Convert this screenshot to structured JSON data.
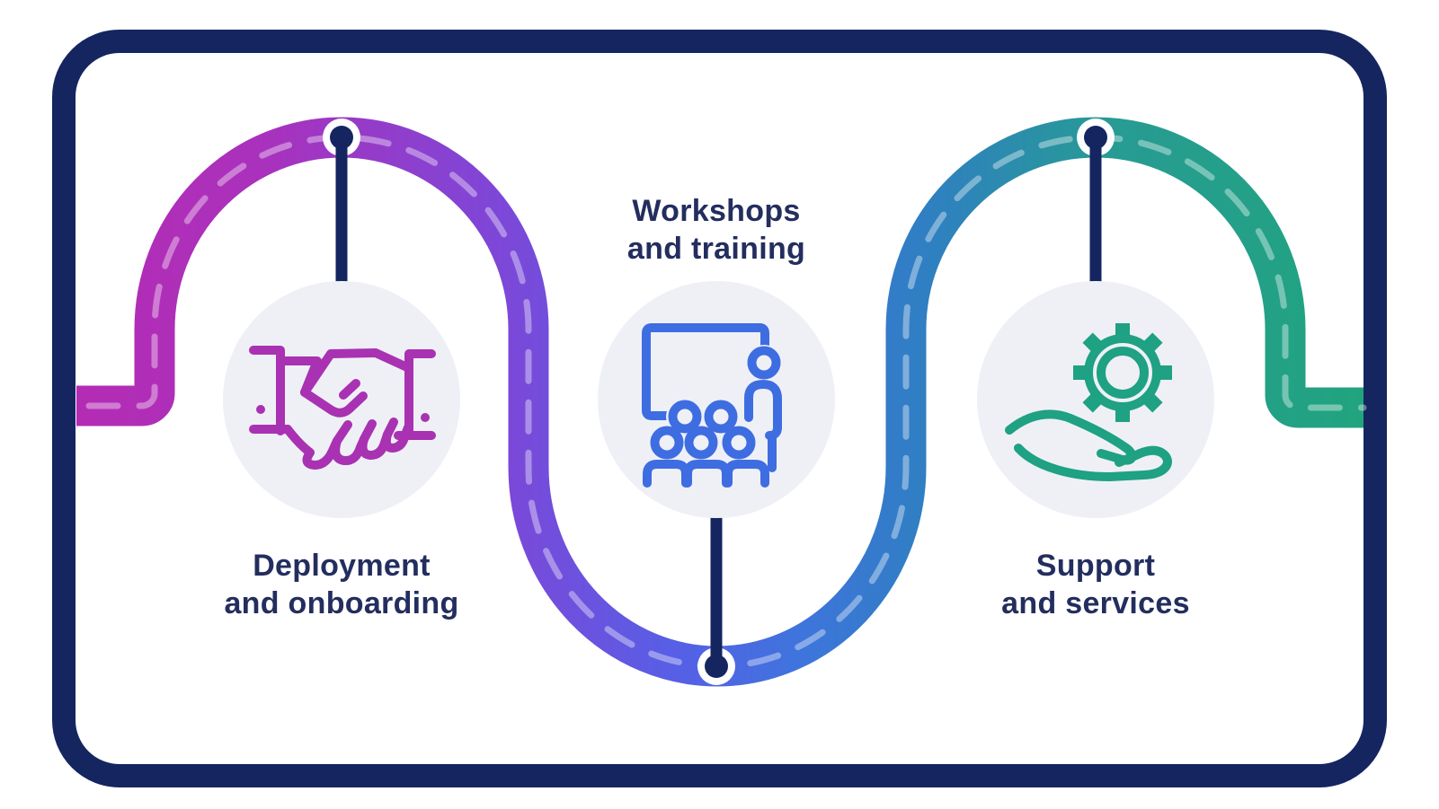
{
  "diagram": {
    "type": "journey-road-map",
    "stages": [
      {
        "label_line1": "Deployment",
        "label_line2": "and onboarding",
        "icon": "handshake-icon",
        "icon_color": "#a832b2",
        "label_position": "below"
      },
      {
        "label_line1": "Workshops",
        "label_line2": "and training",
        "icon": "presentation-icon",
        "icon_color": "#3e6de2",
        "label_position": "above"
      },
      {
        "label_line1": "Support",
        "label_line2": "and services",
        "icon": "hand-gear-icon",
        "icon_color": "#1fa183",
        "label_position": "below"
      }
    ],
    "colors": {
      "frame": "#152560",
      "label_text": "#232e5f",
      "pin_dot": "#152560",
      "pin_stem": "#152560",
      "pin_ring": "#ffffff",
      "icon_circle_bg": "#eff0f6",
      "road_dash": "#ffffff",
      "road_gradient": [
        "#b42cb4",
        "#aa31bc",
        "#7d47d8",
        "#5560e6",
        "#3f74dd",
        "#2f7fc2",
        "#279b94",
        "#21a47e"
      ]
    }
  }
}
